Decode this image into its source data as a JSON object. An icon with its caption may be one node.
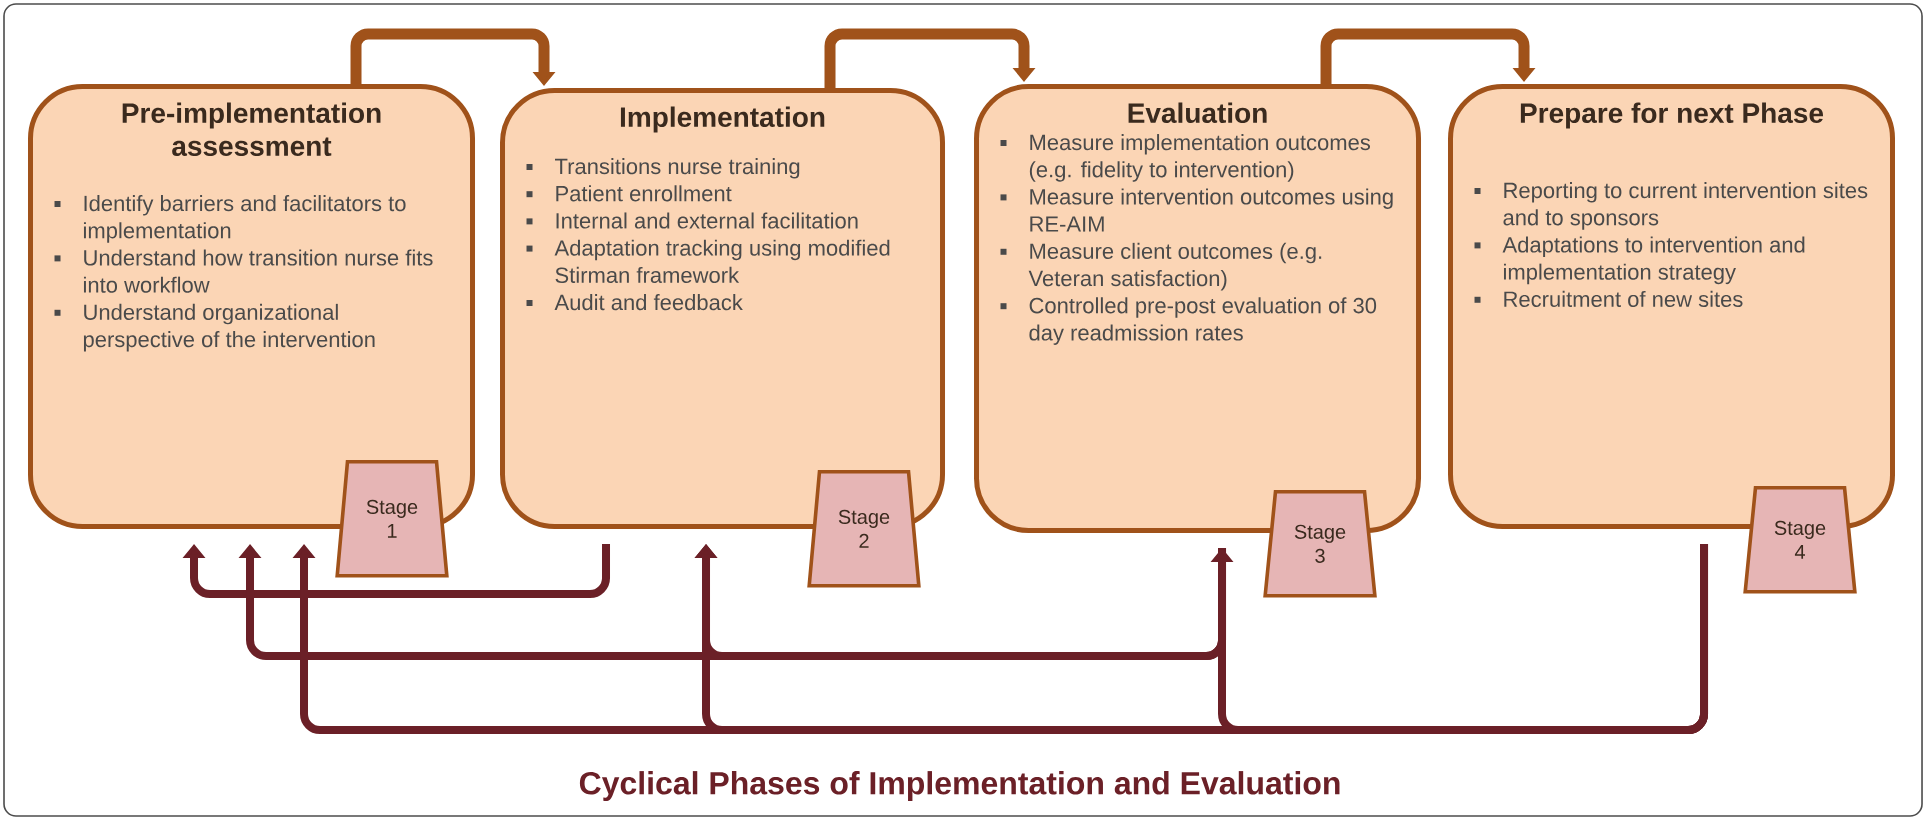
{
  "diagram": {
    "caption": "Cyclical Phases of Implementation and Evaluation",
    "nodes": [
      {
        "text": [
          "Pre-implementation assessment",
          "Identify barriers and facilitators to implementation",
          "Understand how transition nurse fits into workflow",
          "Understand organizational perspective of the intervention"
        ]
      },
      {
        "text": [
          "Implementation",
          "Transitions nurse training",
          "Patient enrollment",
          "Internal and external facilitation",
          "Adaptation tracking using modified Stirman framework",
          "Audit and feedback"
        ]
      },
      {
        "text": [
          "Evaluation",
          "Measure implementation outcomes (e.g. fidelity to intervention)",
          "Measure intervention outcomes using RE-AIM",
          "Measure client outcomes (e.g. Veteran satisfaction)",
          "Controlled pre-post evaluation of 30 day readmission rates"
        ]
      },
      {
        "text": [
          "Prepare for next Phase",
          "Reporting to current intervention sites and to sponsors",
          "Adaptations to intervention and implementation strategy",
          "Recruitment of new sites"
        ]
      },
      {
        "text": [
          "Stage 1"
        ]
      },
      {
        "text": [
          "Stage 2"
        ]
      },
      {
        "text": [
          "Stage 3"
        ]
      },
      {
        "text": [
          "Stage 4"
        ]
      }
    ],
    "edges": [
      {
        "from": 0,
        "to": 1,
        "arrow": "to",
        "color": "#a0521a"
      },
      {
        "from": 1,
        "to": 2,
        "arrow": "to",
        "color": "#a0521a"
      },
      {
        "from": 2,
        "to": 3,
        "arrow": "to",
        "color": "#a0521a"
      },
      {
        "from": 1,
        "to": 0,
        "arrow": "to"
      },
      {
        "from": 2,
        "to": 0,
        "arrow": "to"
      },
      {
        "from": 2,
        "to": 1,
        "arrow": "to"
      },
      {
        "from": 3,
        "to": 0,
        "arrow": "to"
      },
      {
        "from": 3,
        "to": 1,
        "arrow": "to"
      },
      {
        "from": 3,
        "to": 2,
        "arrow": "to"
      }
    ]
  }
}
